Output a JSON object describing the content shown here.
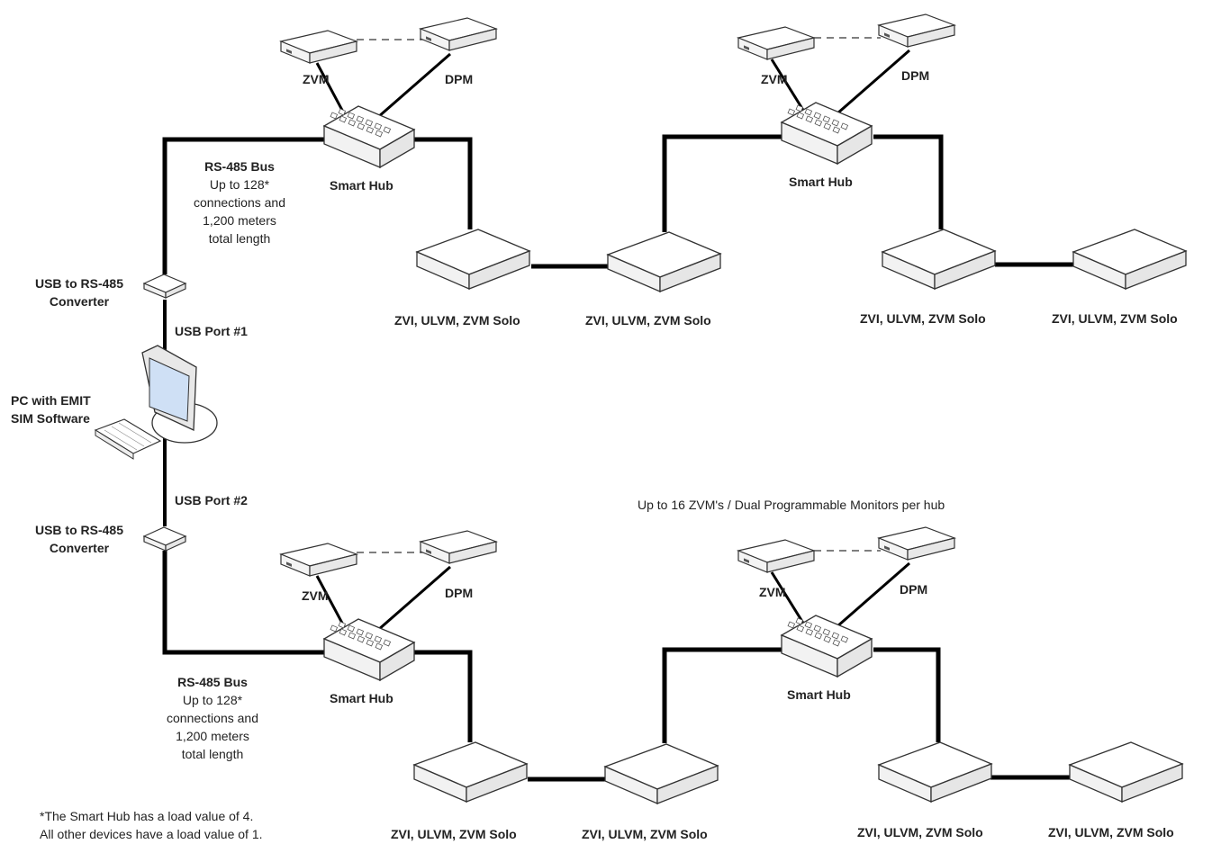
{
  "labels": {
    "zvm": "ZVM",
    "dpm": "DPM",
    "smart_hub": "Smart Hub",
    "device": "ZVI, ULVM, ZVM Solo",
    "converter_line1": "USB to RS-485",
    "converter_line2": "Converter",
    "usb_port_1": "USB Port #1",
    "usb_port_2": "USB Port #2",
    "pc_line1": "PC with EMIT",
    "pc_line2": "SIM Software",
    "bus_title": "RS-485 Bus",
    "bus_line1": "Up to 128*",
    "bus_line2": "connections and",
    "bus_line3": "1,200 meters",
    "bus_line4": "total length",
    "hub_capacity": "Up to 16 ZVM's / Dual Programmable Monitors per hub",
    "footnote_line1": "*The Smart Hub has a load value of 4.",
    "footnote_line2": "All other devices have a load value of 1."
  },
  "colors": {
    "bus_line": "#000000",
    "device_face": "#ffffff",
    "device_outline": "#333333",
    "screen": "#cfe0f5"
  }
}
